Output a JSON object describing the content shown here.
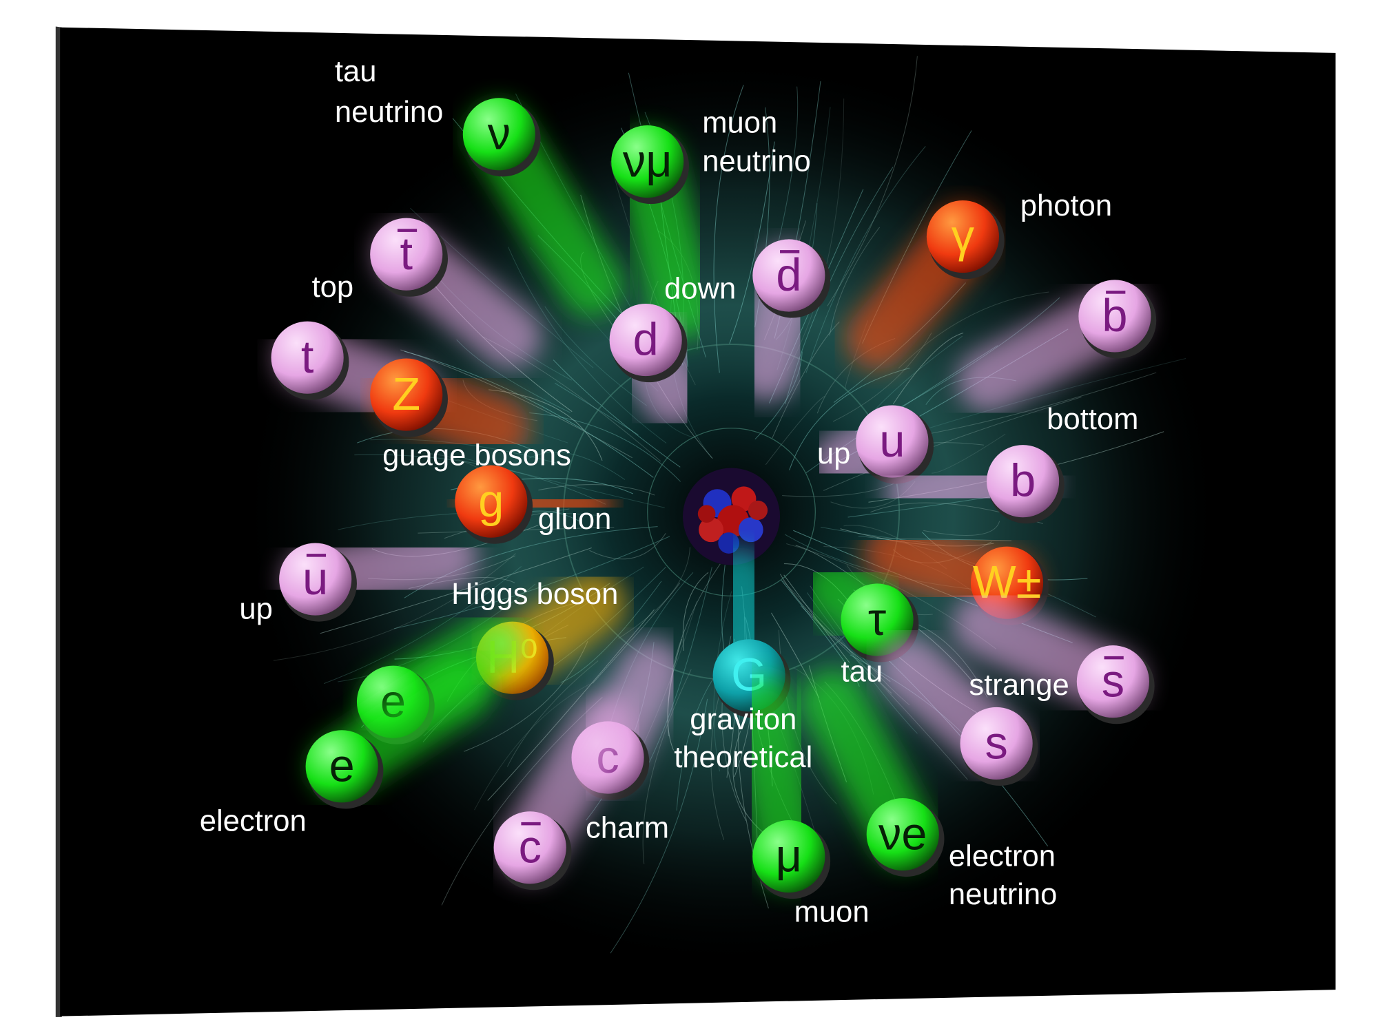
{
  "title": "Standard model particles",
  "particles": [
    {
      "name": "tau-neutrino",
      "symbol": "ν",
      "kind": "lepton",
      "anti": false
    },
    {
      "name": "muon-neutrino",
      "symbol": "νμ",
      "kind": "lepton",
      "anti": false
    },
    {
      "name": "anti-top",
      "symbol": "t",
      "kind": "quark",
      "anti": true
    },
    {
      "name": "top",
      "symbol": "t",
      "kind": "quark",
      "anti": false
    },
    {
      "name": "z-boson",
      "symbol": "Z",
      "kind": "boson",
      "anti": false
    },
    {
      "name": "anti-down",
      "symbol": "d",
      "kind": "quark",
      "anti": true
    },
    {
      "name": "down",
      "symbol": "d",
      "kind": "quark",
      "anti": false
    },
    {
      "name": "photon",
      "symbol": "γ",
      "kind": "boson",
      "anti": false
    },
    {
      "name": "anti-bottom",
      "symbol": "b",
      "kind": "quark",
      "anti": true
    },
    {
      "name": "up",
      "symbol": "u",
      "kind": "quark",
      "anti": false
    },
    {
      "name": "bottom",
      "symbol": "b",
      "kind": "quark",
      "anti": false
    },
    {
      "name": "gluon",
      "symbol": "g",
      "kind": "boson",
      "anti": false
    },
    {
      "name": "w-boson",
      "symbol": "W±",
      "kind": "boson",
      "anti": false
    },
    {
      "name": "anti-up",
      "symbol": "u",
      "kind": "quark",
      "anti": true
    },
    {
      "name": "tau",
      "symbol": "τ",
      "kind": "lepton",
      "anti": false
    },
    {
      "name": "higgs",
      "symbol": "H⁰",
      "kind": "higgs",
      "anti": false
    },
    {
      "name": "graviton",
      "symbol": "G",
      "kind": "graviton",
      "anti": false
    },
    {
      "name": "anti-strange",
      "symbol": "s",
      "kind": "quark",
      "anti": true
    },
    {
      "name": "electron-1",
      "symbol": "e",
      "kind": "lepton",
      "anti": false
    },
    {
      "name": "electron-2",
      "symbol": "e",
      "kind": "lepton",
      "anti": false
    },
    {
      "name": "strange",
      "symbol": "s",
      "kind": "quark",
      "anti": false
    },
    {
      "name": "charm",
      "symbol": "c",
      "kind": "quark",
      "anti": false
    },
    {
      "name": "anti-charm",
      "symbol": "c",
      "kind": "quark",
      "anti": true
    },
    {
      "name": "muon",
      "symbol": "μ",
      "kind": "lepton",
      "anti": false
    },
    {
      "name": "electron-neutrino",
      "symbol": "νe",
      "kind": "lepton",
      "anti": false
    }
  ],
  "labels": {
    "tau_neutrino_1": "tau",
    "tau_neutrino_2": "neutrino",
    "muon_neutrino_1": "muon",
    "muon_neutrino_2": "neutrino",
    "photon": "photon",
    "top": "top",
    "down": "down",
    "bottom": "bottom",
    "up_right": "up",
    "gauge_bosons": "guage bosons",
    "gluon": "gluon",
    "higgs": "Higgs boson",
    "up_left": "up",
    "tau": "tau",
    "strange": "strange",
    "graviton_1": "graviton",
    "graviton_2": "theoretical",
    "electron": "electron",
    "charm": "charm",
    "electron_neutrino_1": "electron",
    "electron_neutrino_2": "neutrino",
    "muon": "muon"
  },
  "colors": {
    "quark": "#e8a8e6",
    "lepton": "#1ee81e",
    "boson": "#ff4a10",
    "higgs": "#ffb000",
    "graviton": "#10c8c8",
    "background": "#000000",
    "web": "#3aa8a0"
  }
}
